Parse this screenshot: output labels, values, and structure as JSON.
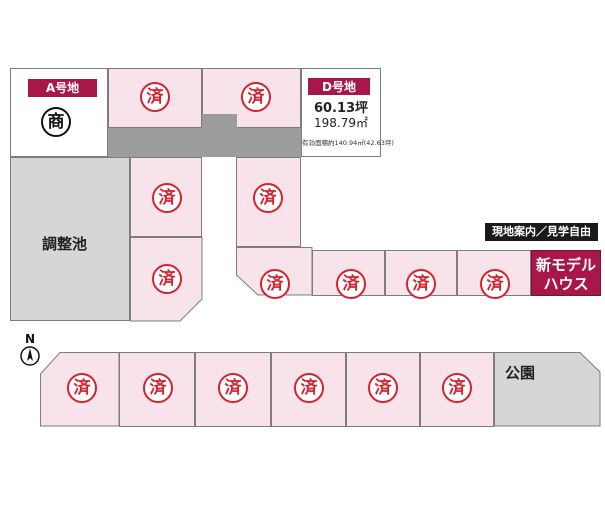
{
  "lots": {
    "a": {
      "name": "A号地",
      "badge": "商"
    },
    "d": {
      "name": "D号地",
      "tsubo": "60.13坪",
      "sqm": "198.79㎡",
      "note": "有効面積約140.94㎡(42.63坪)"
    }
  },
  "sold_mark": "済",
  "areas": {
    "pond": "調整池",
    "park": "公園"
  },
  "model_house": {
    "line1": "新モデル",
    "line2": "ハウス"
  },
  "notice": "現地案内／見学自由",
  "north": "N"
}
